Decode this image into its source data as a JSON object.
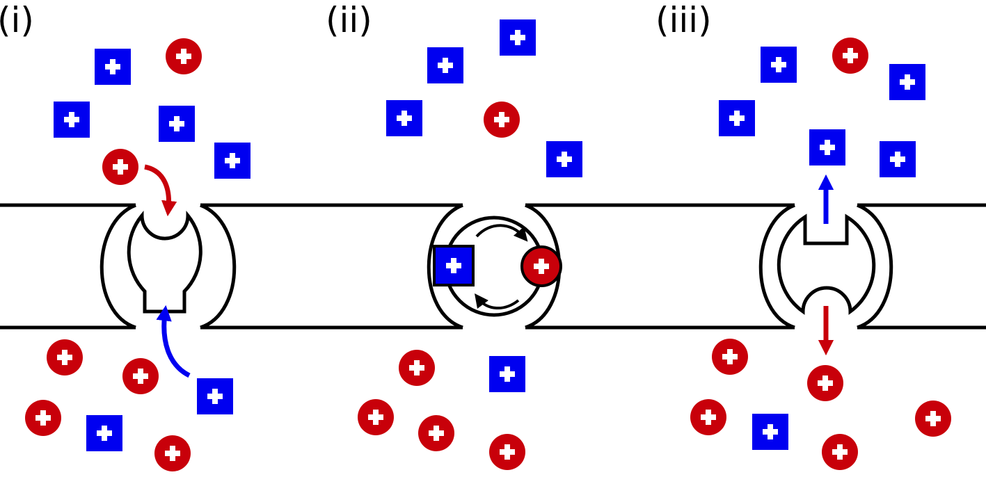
{
  "panels": [
    {
      "label": "(i)"
    },
    {
      "label": "(ii)"
    },
    {
      "label": "(iii)"
    }
  ],
  "colors": {
    "red_ion": "#c8000a",
    "blue_ion": "#0000f0",
    "membrane": "#000000",
    "background": "#ffffff"
  },
  "ion_shapes": {
    "red": "circle-plus",
    "blue": "square-plus"
  }
}
